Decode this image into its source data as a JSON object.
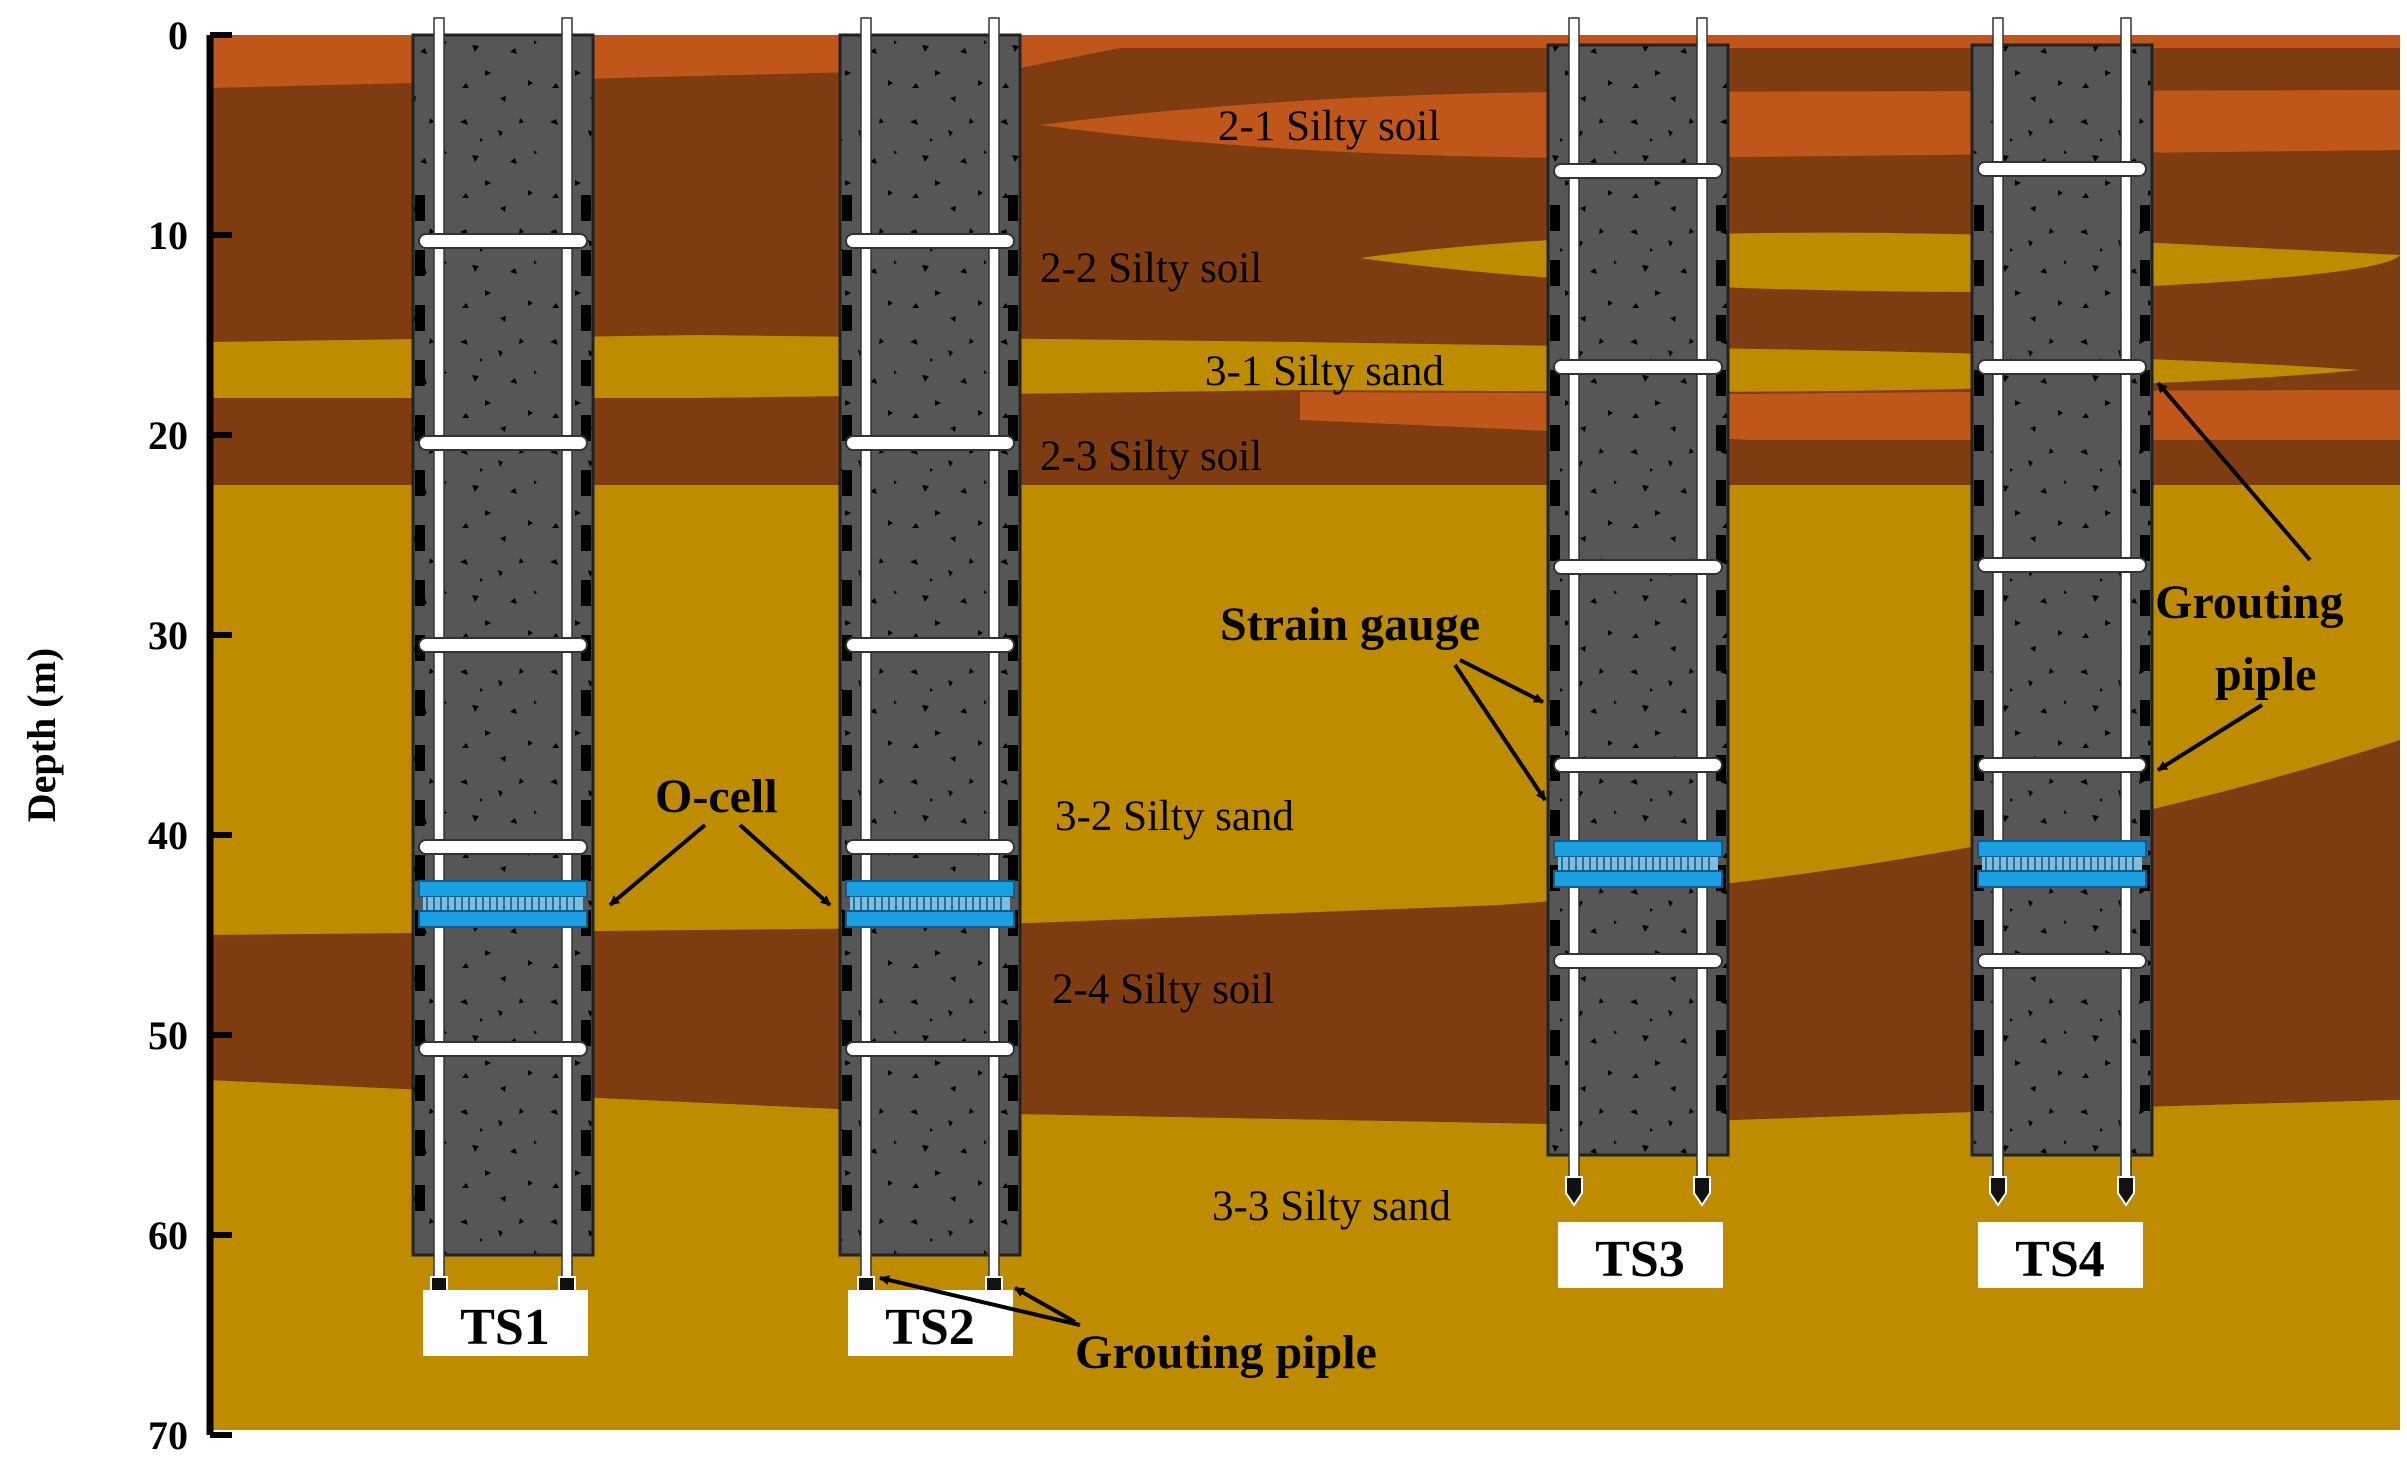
{
  "axis": {
    "ylabel": "Depth (m)",
    "ticks": [
      "0",
      "10",
      "20",
      "30",
      "40",
      "50",
      "60",
      "70"
    ],
    "range": [
      0,
      70
    ]
  },
  "layers": [
    {
      "id": "2-1",
      "label": "2-1 Silty soil"
    },
    {
      "id": "2-2",
      "label": "2-2 Silty soil"
    },
    {
      "id": "3-1",
      "label": "3-1 Silty sand"
    },
    {
      "id": "2-3",
      "label": "2-3 Silty soil"
    },
    {
      "id": "3-2",
      "label": "3-2 Silty sand"
    },
    {
      "id": "2-4",
      "label": "2-4 Silty soil"
    },
    {
      "id": "3-3",
      "label": "3-3 Silty sand"
    }
  ],
  "colors": {
    "silty_soil_dark": "#7f3c10",
    "silty_soil_orange": "#c0561a",
    "silty_sand": "#bf8c00",
    "pile_concrete": "#565656",
    "o_cell": "#1aa0e0",
    "white": "#ffffff"
  },
  "piles": [
    {
      "name": "TS1",
      "bottom_depth_m": 61,
      "o_cell_depth_m": 44
    },
    {
      "name": "TS2",
      "bottom_depth_m": 61,
      "o_cell_depth_m": 44
    },
    {
      "name": "TS3",
      "bottom_depth_m": 56,
      "o_cell_depth_m": 42
    },
    {
      "name": "TS4",
      "bottom_depth_m": 56,
      "o_cell_depth_m": 42
    }
  ],
  "annotations": {
    "o_cell": "O-cell",
    "strain_gauge": "Strain gauge",
    "grouting_pipe": "Grouting piple",
    "grouting_pipe_line1": "Grouting",
    "grouting_pipe_line2": "piple"
  }
}
